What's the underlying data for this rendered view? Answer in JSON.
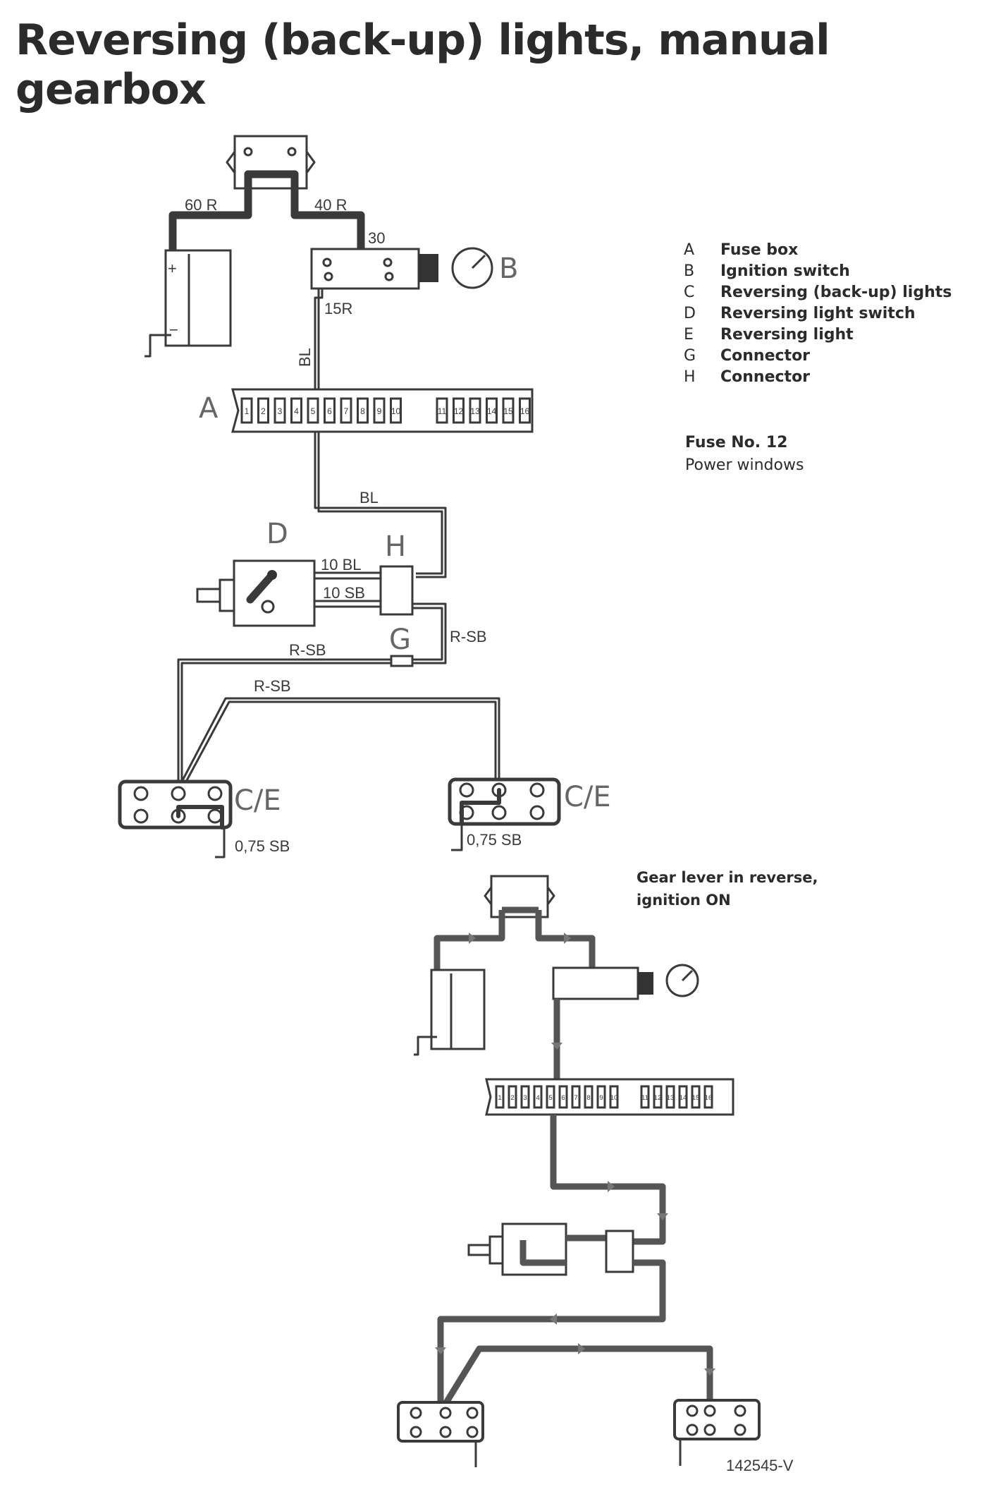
{
  "title": "Reversing (back-up) lights, manual gearbox",
  "legend": [
    {
      "key": "A",
      "label": "Fuse box"
    },
    {
      "key": "B",
      "label": "Ignition switch"
    },
    {
      "key": "C",
      "label": "Reversing (back-up) lights"
    },
    {
      "key": "D",
      "label": "Reversing light switch"
    },
    {
      "key": "E",
      "label": "Reversing light"
    },
    {
      "key": "G",
      "label": "Connector"
    },
    {
      "key": "H",
      "label": "Connector"
    }
  ],
  "fuse_note": {
    "title": "Fuse No. 12",
    "text": "Power windows"
  },
  "state_note": {
    "line1": "Gear lever in reverse,",
    "line2": "ignition ON"
  },
  "component_labels": {
    "A": "A",
    "B": "B",
    "D": "D",
    "H": "H",
    "G": "G",
    "CE_left": "C/E",
    "CE_right": "C/E"
  },
  "wire_labels": {
    "w60r": "60 R",
    "w40r": "40 R",
    "t30": "30",
    "w15r": "15R",
    "bl_vertical": "BL",
    "bl_horizontal": "BL",
    "w10bl": "10 BL",
    "w10sb": "10 SB",
    "rsb_right": "R-SB",
    "rsb_upper": "R-SB",
    "rsb_lower": "R-SB",
    "gnd_left": "0,75 SB",
    "gnd_right": "0,75 SB"
  },
  "fuse_numbers": [
    "1",
    "2",
    "3",
    "4",
    "5",
    "6",
    "7",
    "8",
    "9",
    "10",
    "11",
    "12",
    "13",
    "14",
    "15",
    "16"
  ],
  "ref_code": "142545-V"
}
